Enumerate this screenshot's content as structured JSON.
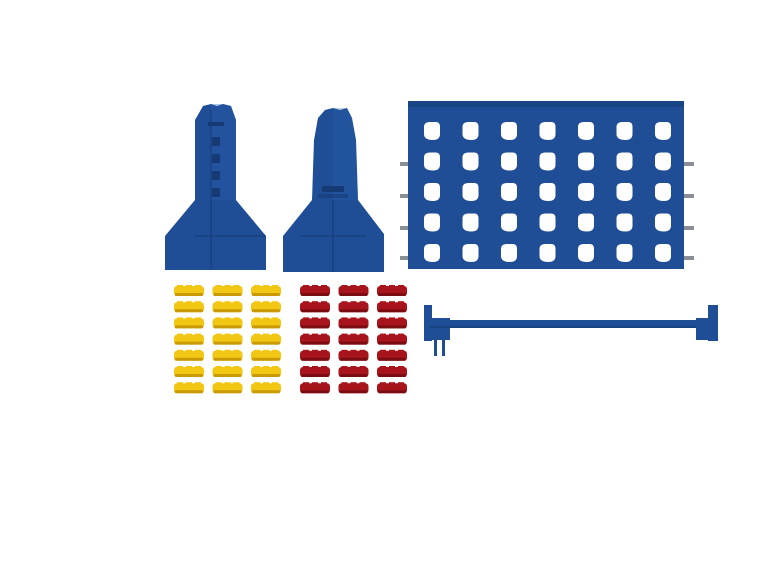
{
  "colors": {
    "background": "#ffffff",
    "blue": "#1f4e96",
    "blue_dark": "#163b74",
    "blue_light": "#2a5fae",
    "yellow": "#f2c714",
    "yellow_dark": "#c99a05",
    "red": "#a8141c",
    "red_dark": "#7a0c12",
    "grey_peg": "#8a8f96"
  },
  "pieces": {
    "support_left": {
      "icon": "rocket-support-icon",
      "windows": 4
    },
    "support_right": {
      "icon": "shuttle-support-icon"
    },
    "grid": {
      "icon": "connect-four-grid-icon",
      "columns": 7,
      "rows": 5
    },
    "rail": {
      "icon": "release-rail-icon"
    },
    "yellow_discs": {
      "icon": "yellow-disc-icon",
      "columns": 3,
      "rows": 7
    },
    "red_discs": {
      "icon": "red-disc-icon",
      "columns": 3,
      "rows": 7
    }
  }
}
